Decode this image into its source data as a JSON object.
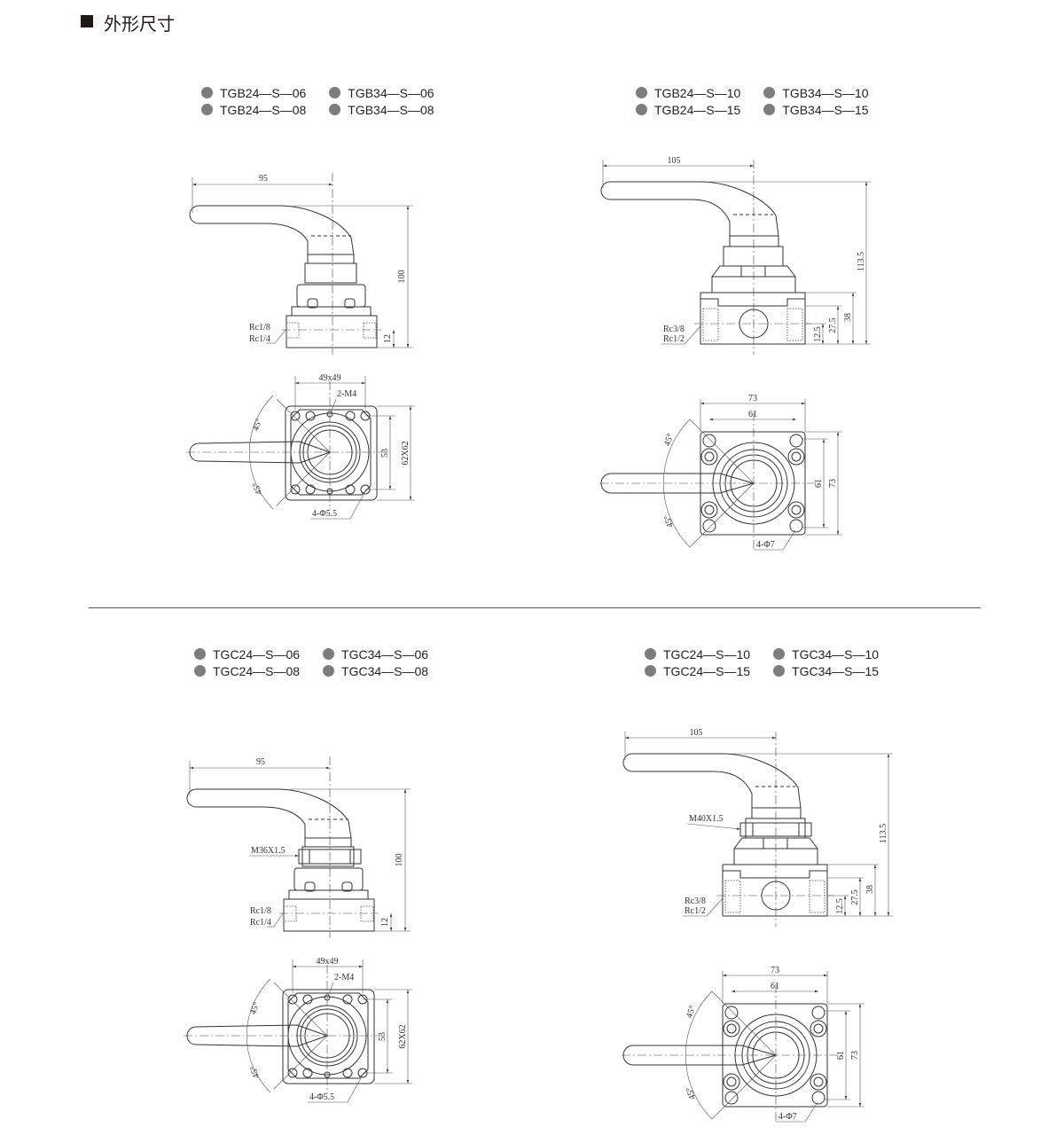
{
  "header": {
    "title": "外形尺寸"
  },
  "sections": [
    {
      "models": [
        "TGB24—S—06",
        "TGB34—S—06",
        "TGB24—S—08",
        "TGB34—S—08"
      ],
      "dims": {
        "width": "95",
        "height": "100",
        "port_h": "12",
        "port1": "Rc1/8",
        "port2": "Rc1/4",
        "pitch": "49x49",
        "tap": "2-M4",
        "inner": "53",
        "outer": "62X62",
        "angle1": "45°",
        "angle2": "45°",
        "holes": "4-Φ5.5"
      }
    },
    {
      "models": [
        "TGB24—S—10",
        "TGB34—S—10",
        "TGB24—S—15",
        "TGB34—S—15"
      ],
      "dims": {
        "width": "105",
        "height": "113.5",
        "h1": "38",
        "h2": "27.5",
        "h3": "12.5",
        "port1": "Rc3/8",
        "port2": "Rc1/2",
        "outer_w": "73",
        "pitch_w": "61",
        "pitch_h": "61",
        "outer_h": "73",
        "angle1": "45°",
        "angle2": "45°",
        "holes": "4-Φ7"
      }
    },
    {
      "models": [
        "TGC24—S—06",
        "TGC34—S—06",
        "TGC24—S—08",
        "TGC34—S—08"
      ],
      "dims": {
        "width": "95",
        "height": "100",
        "port_h": "12",
        "port1": "Rc1/8",
        "port2": "Rc1/4",
        "thread": "M36X1.5",
        "pitch": "49x49",
        "tap": "2-M4",
        "inner": "53",
        "outer": "62X62",
        "angle1": "45°",
        "angle2": "45°",
        "holes": "4-Φ5.5"
      }
    },
    {
      "models": [
        "TGC24—S—10",
        "TGC34—S—10",
        "TGC24—S—15",
        "TGC34—S—15"
      ],
      "dims": {
        "width": "105",
        "height": "113.5",
        "h1": "38",
        "h2": "27.5",
        "h3": "12.5",
        "port1": "Rc3/8",
        "port2": "Rc1/2",
        "thread": "M40X1.5",
        "outer_w": "73",
        "pitch_w": "61",
        "pitch_h": "61",
        "outer_h": "73",
        "angle1": "45°",
        "angle2": "45°",
        "holes": "4-Φ7"
      }
    }
  ]
}
